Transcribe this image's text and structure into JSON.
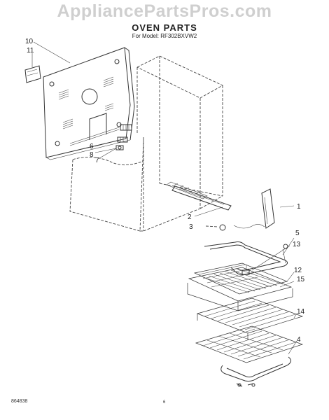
{
  "watermark": "AppliancePartsPros.com",
  "title": "OVEN PARTS",
  "subtitle": "For Model: RF302BXVW2",
  "footer": {
    "code": "864838",
    "page": "6"
  },
  "callouts": [
    "10",
    "11",
    "6",
    "8",
    "7",
    "2",
    "3",
    "1",
    "5",
    "13",
    "12",
    "15",
    "14",
    "4"
  ]
}
